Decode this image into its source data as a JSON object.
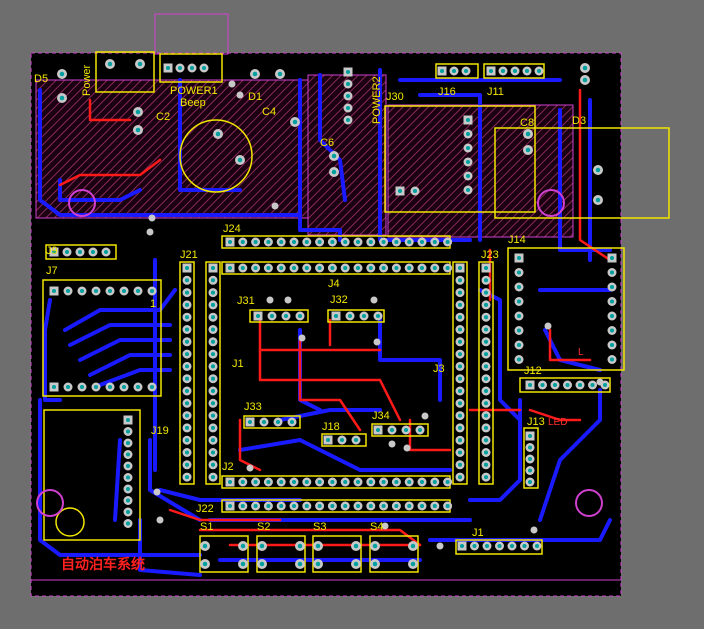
{
  "board": {
    "title": "自动泊车系统",
    "colors": {
      "background": "#6e6e6e",
      "board": "#000000",
      "top_copper": "#ff0000",
      "bottom_copper": "#1a1aff",
      "silkscreen": "#f2e600",
      "pad": "#c8c8c8",
      "via_ring": "#00a0a0",
      "mechanical": "#d040d0",
      "hatch": "#7a2050"
    }
  },
  "labels": {
    "J24": "J24",
    "J21": "J21",
    "J23": "J23",
    "J14": "J14",
    "J9": "J9",
    "J7": "J7",
    "J31": "J31",
    "J32": "J32",
    "J4": "J4",
    "J1": "J1",
    "J3": "J3",
    "J12": "J12",
    "J33": "J33",
    "J18": "J18",
    "J34": "J34",
    "J13": "J13",
    "J19": "J19",
    "J2": "J2",
    "J22": "J22",
    "J16": "J16",
    "J11": "J11",
    "J30": "J30",
    "J10": "J1",
    "S1": "S1",
    "S2": "S2",
    "S3": "S3",
    "S4": "S4",
    "D5": "D5",
    "D1": "D1",
    "D3": "D3",
    "C2": "C2",
    "C4": "C4",
    "C6": "C6",
    "C8": "C8",
    "power": "Power",
    "power1": "POWER1",
    "beep": "Beep",
    "power2": "POWER2",
    "led": "LED",
    "mark1": "1",
    "mark_l": "L"
  }
}
